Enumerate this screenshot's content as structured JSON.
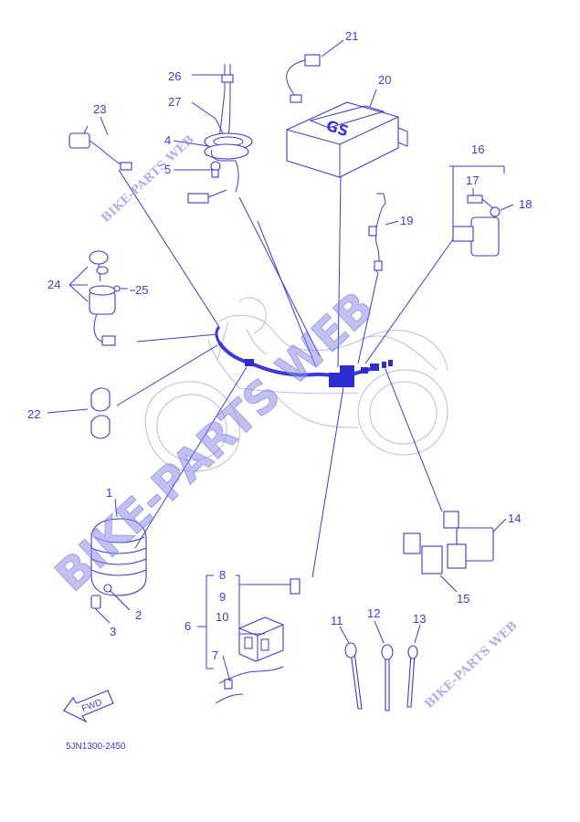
{
  "diagram": {
    "callouts": [
      "1",
      "2",
      "3",
      "4",
      "5",
      "6",
      "7",
      "8",
      "9",
      "10",
      "11",
      "12",
      "13",
      "14",
      "15",
      "16",
      "17",
      "18",
      "19",
      "20",
      "21",
      "22",
      "23",
      "24",
      "25",
      "26",
      "27"
    ],
    "part_code": "5JN1300-2450",
    "fwd_label": "FWD",
    "watermark_main": "BIKE-PARTS WEB",
    "watermark_small": "BIKE-PARTS WEB",
    "colors": {
      "ink": "#3a3adc",
      "watermark": "#8e8ee6",
      "ghost": "#b9b9ec"
    }
  }
}
